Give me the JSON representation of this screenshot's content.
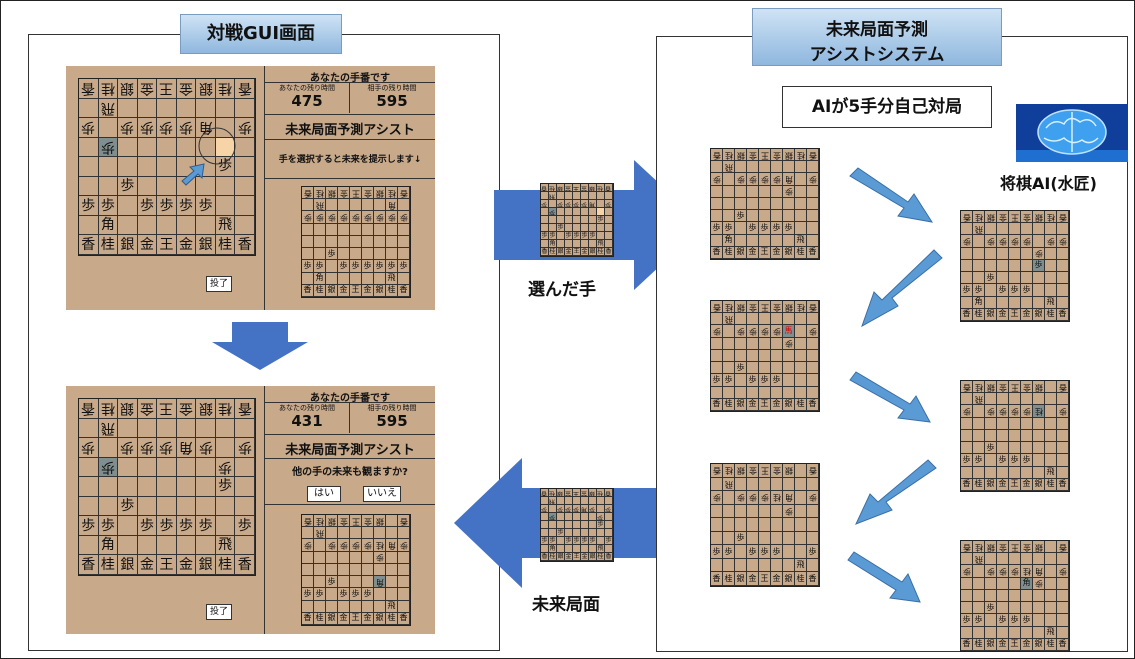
{
  "left_panel": {
    "title": "対戦GUI画面"
  },
  "right_panel": {
    "title_line1": "未来局面予測",
    "title_line2": "アシストシステム"
  },
  "ai_self_play": "AIが5手分自己対局",
  "ai_name": "将棋AI(水匠)",
  "selected_move_label": "選んだ手",
  "future_position_label": "未来局面",
  "brain_icon": "brain-icon",
  "colors": {
    "panel": "#c8a98a",
    "arrow": "#4472c4",
    "small_arrow": "#5b9bd5",
    "title_top": "#cfe3f5",
    "title_bottom": "#8fb7de"
  },
  "gui_top": {
    "turn_text": "あなたの手番です",
    "my_time_label": "あなたの残り時間",
    "my_time": "475",
    "opp_time_label": "相手の残り時間",
    "opp_time": "595",
    "assist_title": "未来局面予測アシスト",
    "prompt": "手を選択すると未来を提示します↓",
    "resign_button": "投了"
  },
  "gui_bottom": {
    "turn_text": "あなたの手番です",
    "my_time_label": "あなたの残り時間",
    "my_time": "431",
    "opp_time_label": "相手の残り時間",
    "opp_time": "595",
    "assist_title": "未来局面予測アシスト",
    "question": "他の手の未来も観ますか?",
    "yes_button": "はい",
    "no_button": "いいえ",
    "resign_button": "投了"
  },
  "boards": {
    "initial": [
      [
        "v香",
        "v桂",
        "v銀",
        "v金",
        "v王",
        "v金",
        "v銀",
        "v桂",
        "v香"
      ],
      [
        "",
        "v飛",
        "",
        "",
        "",
        "",
        "",
        "v角",
        ""
      ],
      [
        "v歩",
        "v歩",
        "v歩",
        "v歩",
        "v歩",
        "v歩",
        "v歩",
        "v歩",
        "v歩"
      ],
      [
        "",
        "",
        "",
        "",
        "",
        "",
        "",
        "",
        ""
      ],
      [
        "",
        "",
        "",
        "",
        "",
        "",
        "",
        "",
        ""
      ],
      [
        "",
        "",
        "歩",
        "",
        "",
        "",
        "",
        "",
        ""
      ],
      [
        "歩",
        "歩",
        "",
        "歩",
        "歩",
        "歩",
        "歩",
        "歩",
        "歩"
      ],
      [
        "",
        "角",
        "",
        "",
        "",
        "",
        "",
        "飛",
        ""
      ],
      [
        "香",
        "桂",
        "銀",
        "金",
        "王",
        "金",
        "銀",
        "桂",
        "香"
      ]
    ],
    "gui_top": [
      [
        "v香",
        "v桂",
        "v銀",
        "v金",
        "v王",
        "v金",
        "v銀",
        "v桂",
        "v香"
      ],
      [
        "",
        "v飛",
        "",
        "",
        "",
        "",
        "",
        "",
        ""
      ],
      [
        "v歩",
        "",
        "v歩",
        "v歩",
        "v歩",
        "v歩",
        "v角",
        "",
        "v歩"
      ],
      [
        "",
        "*v歩",
        "",
        "",
        "",
        "",
        "",
        "#",
        ""
      ],
      [
        "",
        "",
        "",
        "",
        "",
        "",
        "",
        "歩",
        ""
      ],
      [
        "",
        "",
        "歩",
        "",
        "",
        "",
        "",
        "",
        ""
      ],
      [
        "歩",
        "歩",
        "",
        "歩",
        "歩",
        "歩",
        "歩",
        "",
        ""
      ],
      [
        "",
        "角",
        "",
        "",
        "",
        "",
        "",
        "飛",
        ""
      ],
      [
        "香",
        "桂",
        "銀",
        "金",
        "王",
        "金",
        "銀",
        "桂",
        "香"
      ]
    ],
    "gui_bottom": [
      [
        "v香",
        "v桂",
        "v銀",
        "v金",
        "v王",
        "v金",
        "v銀",
        "v桂",
        "v香"
      ],
      [
        "",
        "v飛",
        "",
        "",
        "",
        "",
        "",
        "",
        ""
      ],
      [
        "v歩",
        "",
        "v歩",
        "v歩",
        "v歩",
        "v角",
        "v歩",
        "",
        "v歩"
      ],
      [
        "",
        "*v歩",
        "",
        "",
        "",
        "",
        "",
        "v歩",
        ""
      ],
      [
        "",
        "",
        "",
        "",
        "",
        "",
        "",
        "歩",
        ""
      ],
      [
        "",
        "",
        "歩",
        "",
        "",
        "",
        "",
        "",
        ""
      ],
      [
        "歩",
        "歩",
        "",
        "歩",
        "歩",
        "歩",
        "歩",
        "",
        "歩"
      ],
      [
        "",
        "角",
        "",
        "",
        "",
        "",
        "",
        "飛",
        ""
      ],
      [
        "香",
        "桂",
        "銀",
        "金",
        "王",
        "金",
        "銀",
        "桂",
        "香"
      ]
    ],
    "mid_future": [
      [
        "v香",
        "v桂",
        "v銀",
        "v金",
        "v王",
        "v金",
        "v銀",
        "",
        "v香"
      ],
      [
        "",
        "v飛",
        "",
        "",
        "",
        "",
        "",
        "",
        ""
      ],
      [
        "v歩",
        "",
        "v歩",
        "v歩",
        "v歩",
        "v歩",
        "v桂",
        "v角",
        "v歩"
      ],
      [
        "",
        "",
        "",
        "",
        "",
        "",
        "v歩",
        "",
        ""
      ],
      [
        "",
        "",
        "",
        "",
        "",
        "*v馬",
        "",
        "",
        ""
      ],
      [
        "",
        "",
        "歩",
        "",
        "",
        "",
        "",
        "",
        ""
      ],
      [
        "歩",
        "歩",
        "",
        "歩",
        "歩",
        "歩",
        "歩",
        "",
        "歩"
      ],
      [
        "",
        "",
        "",
        "",
        "",
        "",
        "",
        "飛",
        ""
      ],
      [
        "香",
        "桂",
        "銀",
        "金",
        "王",
        "金",
        "銀",
        "桂",
        "香"
      ]
    ],
    "r1": [
      [
        "v香",
        "v桂",
        "v銀",
        "v金",
        "v王",
        "v金",
        "v銀",
        "v桂",
        "v香"
      ],
      [
        "",
        "v飛",
        "",
        "",
        "",
        "",
        "",
        "",
        ""
      ],
      [
        "v歩",
        "",
        "v歩",
        "v歩",
        "v歩",
        "v歩",
        "v角",
        "",
        "v歩"
      ],
      [
        "",
        "",
        "",
        "",
        "",
        "",
        "v歩",
        "",
        ""
      ],
      [
        "",
        "",
        "",
        "",
        "",
        "",
        "",
        "",
        ""
      ],
      [
        "",
        "",
        "歩",
        "",
        "",
        "",
        "",
        "",
        ""
      ],
      [
        "歩",
        "歩",
        "",
        "歩",
        "歩",
        "歩",
        "歩",
        "",
        ""
      ],
      [
        "",
        "角",
        "",
        "",
        "",
        "",
        "",
        "飛",
        ""
      ],
      [
        "香",
        "桂",
        "銀",
        "金",
        "王",
        "金",
        "銀",
        "桂",
        "香"
      ]
    ],
    "r2": [
      [
        "v香",
        "v桂",
        "v銀",
        "v金",
        "v王",
        "v金",
        "v銀",
        "v桂",
        "v香"
      ],
      [
        "",
        "v飛",
        "",
        "",
        "",
        "",
        "",
        "",
        ""
      ],
      [
        "v歩",
        "",
        "v歩",
        "v歩",
        "v歩",
        "v歩",
        "",
        "v歩",
        "v歩"
      ],
      [
        "",
        "",
        "",
        "",
        "",
        "",
        "v歩",
        "",
        ""
      ],
      [
        "",
        "",
        "",
        "",
        "",
        "",
        "*歩",
        "",
        ""
      ],
      [
        "",
        "",
        "歩",
        "",
        "",
        "",
        "",
        "",
        ""
      ],
      [
        "歩",
        "歩",
        "",
        "歩",
        "歩",
        "歩",
        "",
        "",
        ""
      ],
      [
        "",
        "角",
        "",
        "",
        "",
        "",
        "",
        "飛",
        ""
      ],
      [
        "香",
        "桂",
        "銀",
        "金",
        "王",
        "金",
        "銀",
        "桂",
        "香"
      ]
    ],
    "l1": [
      [
        "v香",
        "v桂",
        "v銀",
        "v金",
        "v王",
        "v金",
        "v銀",
        "v桂",
        "v香"
      ],
      [
        "",
        "v飛",
        "",
        "",
        "",
        "",
        "",
        "",
        ""
      ],
      [
        "v歩",
        "",
        "v歩",
        "v歩",
        "v歩",
        "v歩",
        "*馬",
        "",
        "v歩"
      ],
      [
        "",
        "",
        "",
        "",
        "",
        "",
        "v歩",
        "",
        ""
      ],
      [
        "",
        "",
        "",
        "",
        "",
        "",
        "",
        "",
        ""
      ],
      [
        "",
        "",
        "歩",
        "",
        "",
        "",
        "",
        "",
        ""
      ],
      [
        "歩",
        "歩",
        "",
        "歩",
        "歩",
        "歩",
        "",
        "",
        ""
      ],
      [
        "",
        "",
        "",
        "",
        "",
        "",
        "",
        "",
        ""
      ],
      [
        "香",
        "桂",
        "銀",
        "金",
        "王",
        "金",
        "銀",
        "桂",
        "香"
      ]
    ],
    "r3": [
      [
        "v香",
        "v桂",
        "v銀",
        "v金",
        "v王",
        "v金",
        "v銀",
        "",
        "v香"
      ],
      [
        "",
        "v飛",
        "",
        "",
        "",
        "",
        "",
        "",
        ""
      ],
      [
        "v歩",
        "",
        "v歩",
        "v歩",
        "v歩",
        "v歩",
        "*v桂",
        "",
        "v歩"
      ],
      [
        "",
        "",
        "",
        "",
        "",
        "",
        "",
        "",
        ""
      ],
      [
        "",
        "",
        "",
        "",
        "",
        "",
        "",
        "",
        ""
      ],
      [
        "",
        "",
        "歩",
        "",
        "",
        "",
        "",
        "",
        ""
      ],
      [
        "歩",
        "歩",
        "",
        "歩",
        "歩",
        "歩",
        "",
        "",
        ""
      ],
      [
        "",
        "",
        "",
        "",
        "",
        "",
        "",
        "飛",
        ""
      ],
      [
        "香",
        "桂",
        "銀",
        "金",
        "王",
        "金",
        "銀",
        "桂",
        "香"
      ]
    ],
    "l2": [
      [
        "v香",
        "v桂",
        "v銀",
        "v金",
        "v王",
        "v金",
        "v銀",
        "",
        "v香"
      ],
      [
        "",
        "v飛",
        "",
        "",
        "",
        "",
        "",
        "",
        ""
      ],
      [
        "v歩",
        "",
        "v歩",
        "v歩",
        "v歩",
        "v桂",
        "v角",
        "",
        "v歩"
      ],
      [
        "",
        "",
        "",
        "",
        "",
        "",
        "v歩",
        "",
        ""
      ],
      [
        "",
        "",
        "",
        "",
        "",
        "",
        "",
        "",
        ""
      ],
      [
        "",
        "",
        "歩",
        "",
        "",
        "",
        "",
        "",
        ""
      ],
      [
        "歩",
        "歩",
        "",
        "歩",
        "歩",
        "歩",
        "",
        "",
        "歩"
      ],
      [
        "",
        "",
        "",
        "",
        "",
        "",
        "",
        "飛",
        ""
      ],
      [
        "香",
        "桂",
        "銀",
        "金",
        "王",
        "金",
        "銀",
        "桂",
        "香"
      ]
    ],
    "r4": [
      [
        "v香",
        "v桂",
        "v銀",
        "v金",
        "v王",
        "v金",
        "v銀",
        "",
        "v香"
      ],
      [
        "",
        "v飛",
        "",
        "",
        "",
        "",
        "",
        "",
        ""
      ],
      [
        "v歩",
        "",
        "v歩",
        "v歩",
        "v歩",
        "v桂",
        "v角",
        "",
        "v歩"
      ],
      [
        "",
        "",
        "",
        "",
        "",
        "*角",
        "v歩",
        "",
        ""
      ],
      [
        "",
        "",
        "",
        "",
        "",
        "",
        "",
        "",
        ""
      ],
      [
        "",
        "",
        "歩",
        "",
        "",
        "",
        "",
        "",
        ""
      ],
      [
        "歩",
        "歩",
        "",
        "歩",
        "歩",
        "歩",
        "",
        "",
        ""
      ],
      [
        "",
        "",
        "",
        "",
        "",
        "",
        "",
        "飛",
        ""
      ],
      [
        "香",
        "桂",
        "銀",
        "金",
        "王",
        "金",
        "銀",
        "桂",
        "香"
      ]
    ],
    "bottom_future": [
      [
        "v香",
        "v桂",
        "v銀",
        "v金",
        "v王",
        "v金",
        "v銀",
        "",
        "v香"
      ],
      [
        "",
        "v飛",
        "",
        "",
        "",
        "",
        "",
        "",
        ""
      ],
      [
        "v歩",
        "",
        "v歩",
        "v歩",
        "v歩",
        "v歩",
        "v桂",
        "v角",
        "v歩"
      ],
      [
        "",
        "",
        "",
        "",
        "",
        "",
        "v歩",
        "",
        ""
      ],
      [
        "",
        "",
        "",
        "",
        "",
        "",
        "",
        "",
        ""
      ],
      [
        "",
        "",
        "歩",
        "",
        "",
        "",
        "*v角",
        "",
        ""
      ],
      [
        "歩",
        "歩",
        "",
        "歩",
        "歩",
        "歩",
        "",
        "",
        ""
      ],
      [
        "",
        "",
        "",
        "",
        "",
        "",
        "",
        "飛",
        ""
      ],
      [
        "香",
        "桂",
        "銀",
        "金",
        "王",
        "金",
        "銀",
        "桂",
        "香"
      ]
    ]
  }
}
